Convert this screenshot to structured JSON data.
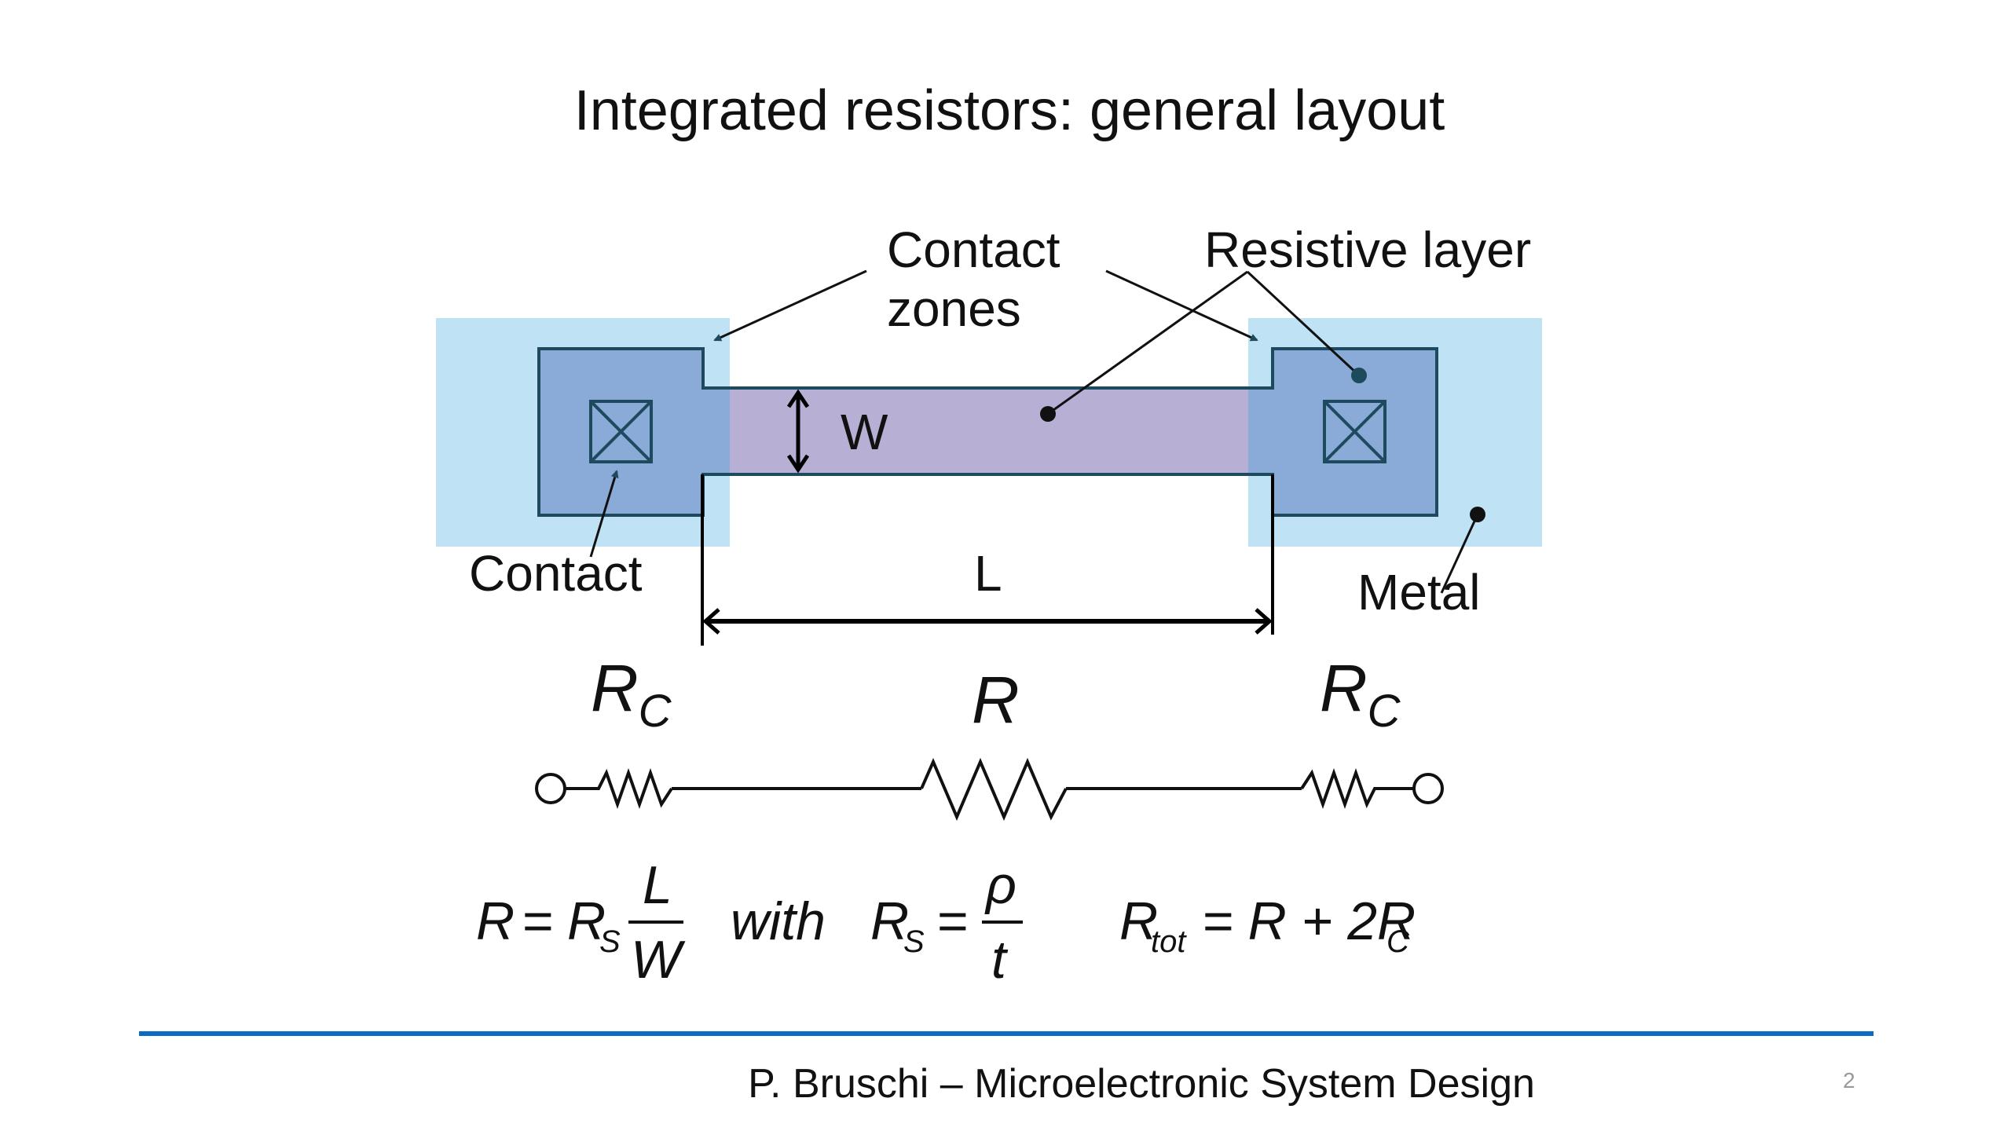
{
  "slide": {
    "title": "Integrated resistors: general layout",
    "footer": "P. Bruschi – Microelectronic System Design",
    "page_number": "2"
  },
  "diagram": {
    "labels": {
      "contact_zones_line1": "Contact",
      "contact_zones_line2": "zones",
      "resistive_layer": "Resistive layer",
      "contact": "Contact",
      "metal": "Metal",
      "width": "W",
      "length": "L"
    },
    "colors": {
      "metal": "#bfe3f5",
      "contact_zone": "#8aaad8",
      "resistive_layer": "#b8b0d4",
      "outline": "#1e4a5e"
    },
    "circuit": {
      "left_resistor": {
        "symbol": "R",
        "subscript": "C"
      },
      "center_resistor": {
        "symbol": "R"
      },
      "right_resistor": {
        "symbol": "R",
        "subscript": "C"
      }
    }
  },
  "formulas": {
    "f1_lhs": "R",
    "f1_eq": "=",
    "f1_rs": "R",
    "f1_rs_sub": "S",
    "f1_num": "L",
    "f1_den": "W",
    "with": "with",
    "f2_lhs": "R",
    "f2_lhs_sub": "S",
    "f2_eq": "=",
    "f2_num": "ρ",
    "f2_den": "t",
    "f3_lhs": "R",
    "f3_lhs_sub": "tot",
    "f3_rhs": "= R + 2R",
    "f3_rhs_sub": "C"
  }
}
